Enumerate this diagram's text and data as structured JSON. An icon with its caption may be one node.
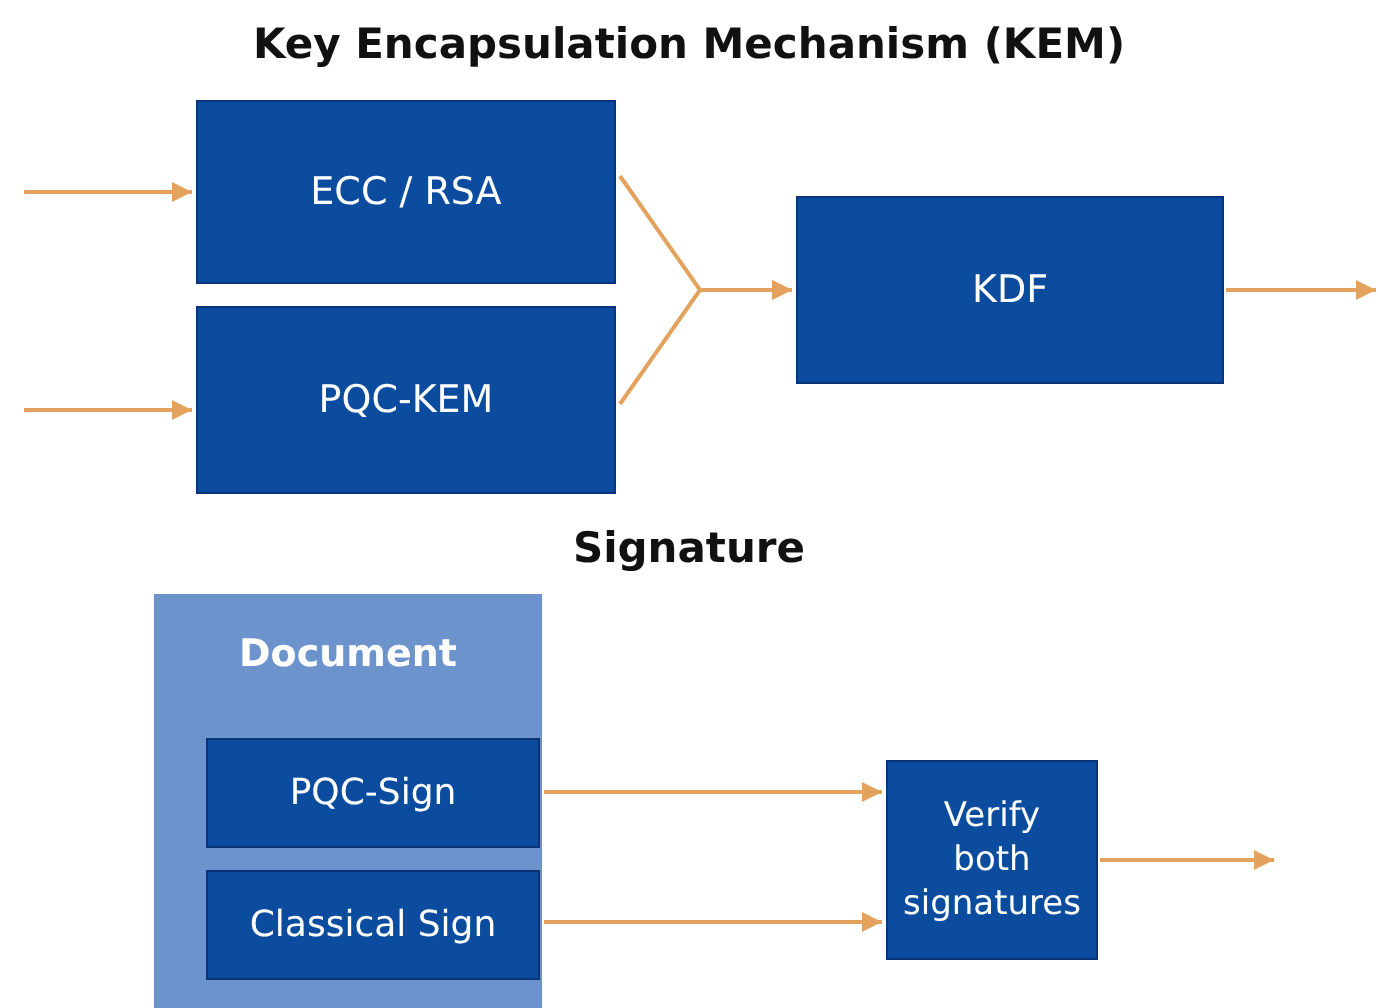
{
  "diagram": {
    "title": "Key Encapsulation Mechanism (KEM)",
    "nodes": [
      {
        "text": [
          "ECC / RSA"
        ]
      },
      {
        "text": [
          "PQC-KEM"
        ]
      },
      {
        "text": [
          "KDF"
        ]
      },
      {
        "text": [
          "Document"
        ]
      },
      {
        "text": [
          "PQC-Sign"
        ],
        "in": 3
      },
      {
        "text": [
          "Classical Sign"
        ],
        "in": 3
      },
      {
        "text": [
          "Verify both signatures"
        ]
      }
    ],
    "edges": [
      {
        "from": null,
        "to": 0,
        "arrow": "to"
      },
      {
        "from": null,
        "to": 1,
        "arrow": "to"
      },
      {
        "from": 0,
        "to": 2,
        "arrow": "to"
      },
      {
        "from": 1,
        "to": 2,
        "arrow": "to"
      },
      {
        "from": 2,
        "to": null,
        "arrow": "to"
      },
      {
        "from": 4,
        "to": 6,
        "arrow": "to"
      },
      {
        "from": 5,
        "to": 6,
        "arrow": "to"
      },
      {
        "from": 6,
        "to": null,
        "arrow": "to"
      }
    ],
    "labels": [
      "Signature"
    ]
  }
}
